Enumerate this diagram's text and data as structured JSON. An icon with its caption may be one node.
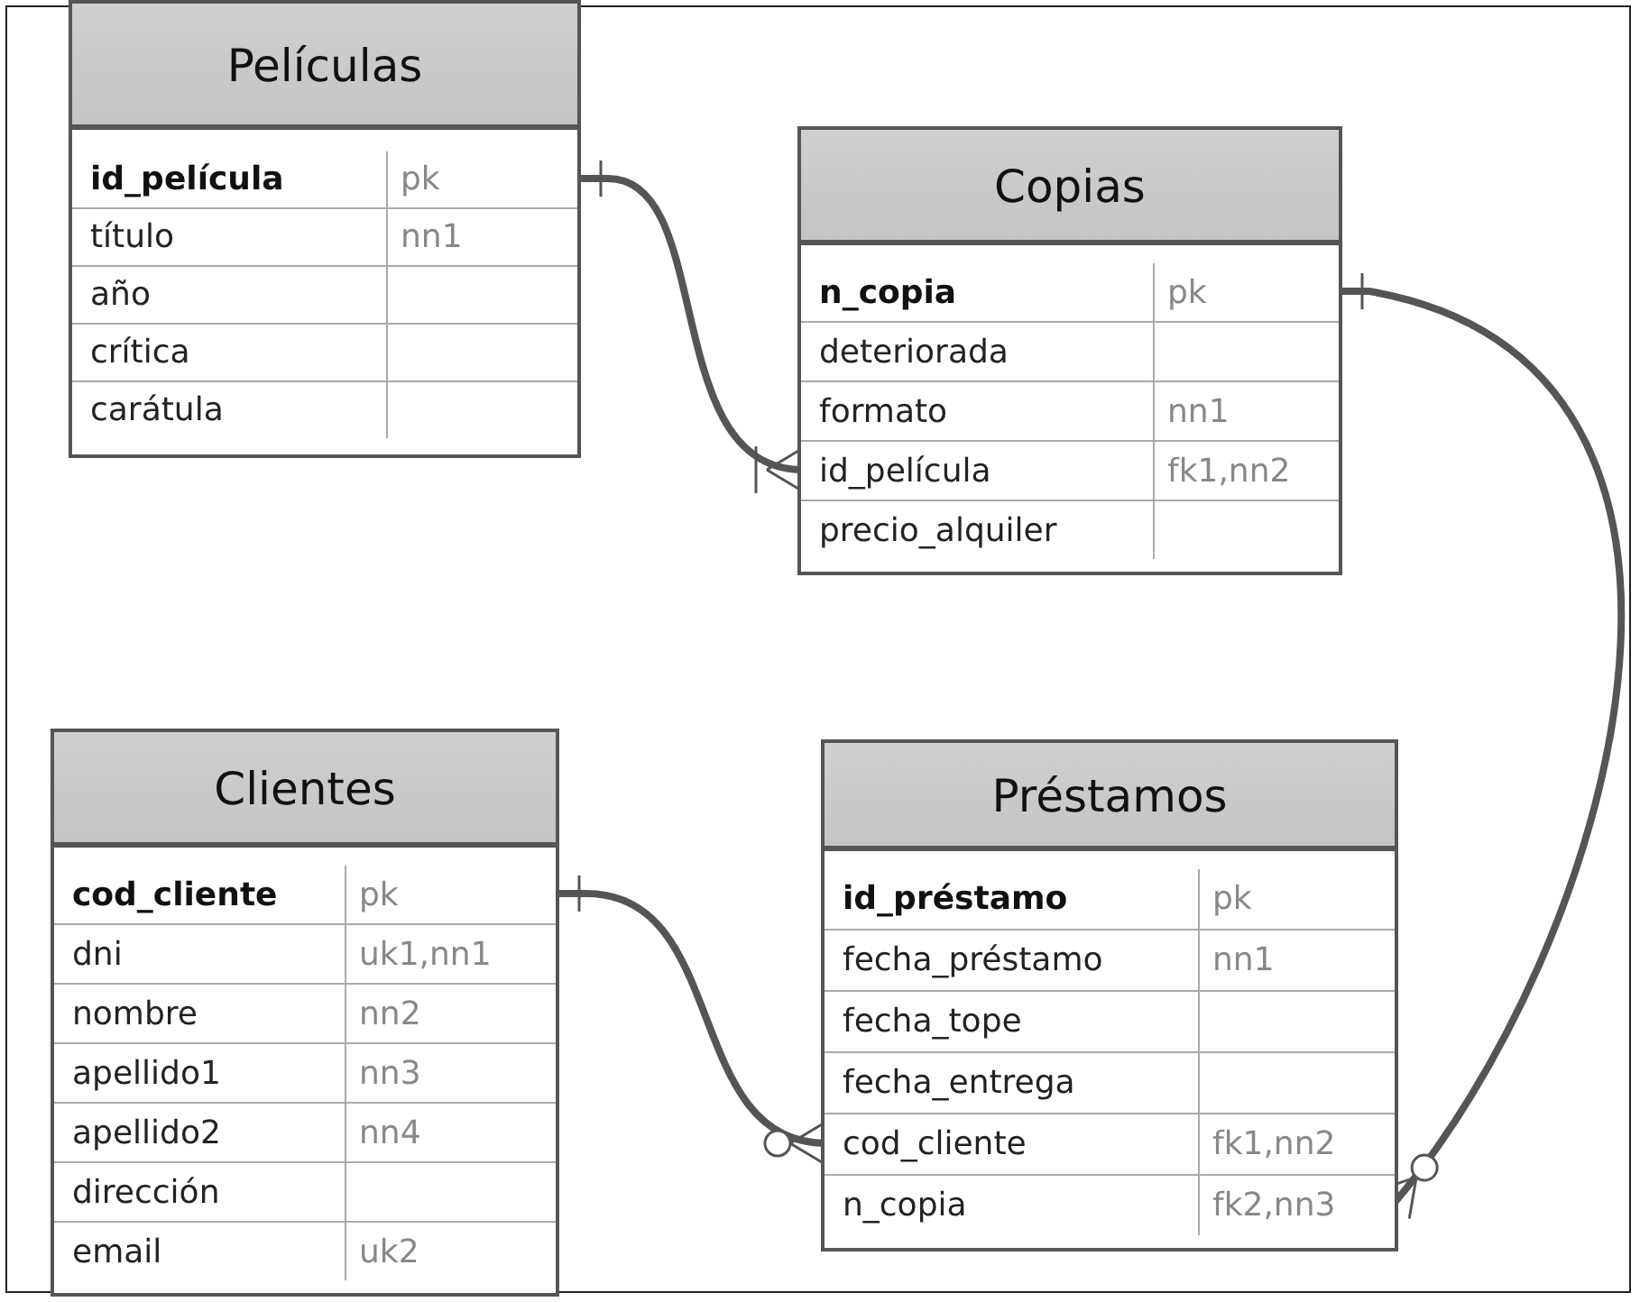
{
  "diagram": {
    "nodes": [
      {
        "text": [
          "Películas"
        ]
      },
      {
        "text": [
          "id_película",
          "pk"
        ],
        "in": 0
      },
      {
        "text": [
          "título",
          "nn1"
        ],
        "in": 0
      },
      {
        "text": [
          "año"
        ],
        "in": 0
      },
      {
        "text": [
          "crítica"
        ],
        "in": 0
      },
      {
        "text": [
          "carátula"
        ],
        "in": 0
      },
      {
        "text": [
          "Copias"
        ]
      },
      {
        "text": [
          "n_copia",
          "pk"
        ],
        "in": 6
      },
      {
        "text": [
          "deteriorada"
        ],
        "in": 6
      },
      {
        "text": [
          "formato",
          "nn1"
        ],
        "in": 6
      },
      {
        "text": [
          "id_película",
          "fk1,nn2"
        ],
        "in": 6
      },
      {
        "text": [
          "precio_alquiler"
        ],
        "in": 6
      },
      {
        "text": [
          "Clientes"
        ]
      },
      {
        "text": [
          "cod_cliente",
          "pk"
        ],
        "in": 12
      },
      {
        "text": [
          "dni",
          "uk1,nn1"
        ],
        "in": 12
      },
      {
        "text": [
          "nombre",
          "nn2"
        ],
        "in": 12
      },
      {
        "text": [
          "apellido1",
          "nn3"
        ],
        "in": 12
      },
      {
        "text": [
          "apellido2",
          "nn4"
        ],
        "in": 12
      },
      {
        "text": [
          "dirección"
        ],
        "in": 12
      },
      {
        "text": [
          "email",
          "uk2"
        ],
        "in": 12
      },
      {
        "text": [
          "Préstamos"
        ]
      },
      {
        "text": [
          "id_préstamo",
          "pk"
        ],
        "in": 20
      },
      {
        "text": [
          "fecha_préstamo",
          "nn1"
        ],
        "in": 20
      },
      {
        "text": [
          "fecha_tope"
        ],
        "in": 20
      },
      {
        "text": [
          "fecha_entrega"
        ],
        "in": 20
      },
      {
        "text": [
          "cod_cliente",
          "fk1,nn2"
        ],
        "in": 20
      },
      {
        "text": [
          "n_copia",
          "fk2,nn3"
        ],
        "in": 20
      }
    ],
    "edges": [
      {
        "from": 1,
        "to": 10,
        "arrow": "other"
      },
      {
        "from": 7,
        "to": 26,
        "arrow": "other"
      },
      {
        "from": 13,
        "to": 25,
        "arrow": "other"
      }
    ]
  }
}
